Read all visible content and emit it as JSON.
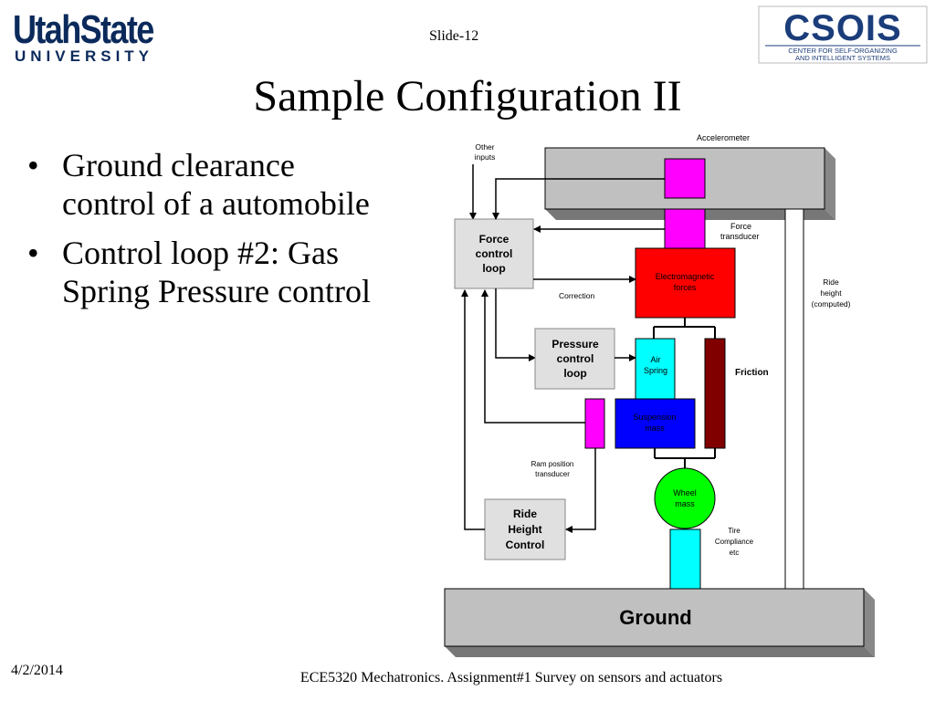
{
  "header": {
    "logo_left_line1": "UtahState",
    "logo_left_line2": "UNIVERSITY",
    "slide_number": "Slide-12",
    "logo_right_name": "CSOIS",
    "logo_right_line1": "CENTER FOR SELF-ORGANIZING",
    "logo_right_line2": "AND INTELLIGENT SYSTEMS"
  },
  "title": "Sample Configuration II",
  "bullets": [
    {
      "text": "Ground clearance control of a automobile"
    },
    {
      "text": "Control loop #2: Gas Spring Pressure control"
    }
  ],
  "diagram": {
    "other_inputs_1": "Other",
    "other_inputs_2": "inputs",
    "accelerometer": "Accelerometer",
    "force_loop_1": "Force",
    "force_loop_2": "control",
    "force_loop_3": "loop",
    "force_transducer_1": "Force",
    "force_transducer_2": "transducer",
    "electromagnetic_1": "Electromagnetic",
    "electromagnetic_2": "forces",
    "correction": "Correction",
    "ride_height_1": "Ride",
    "ride_height_2": "height",
    "ride_height_3": "(computed)",
    "pressure_loop_1": "Pressure",
    "pressure_loop_2": "control",
    "pressure_loop_3": "loop",
    "air_spring_1": "Air",
    "air_spring_2": "Spring",
    "friction": "Friction",
    "suspension_mass_1": "Suspension",
    "suspension_mass_2": "mass",
    "ram_position_1": "Ram position",
    "ram_position_2": "transducer",
    "wheel_mass_1": "Wheel",
    "wheel_mass_2": "mass",
    "ride_control_1": "Ride",
    "ride_control_2": "Height",
    "ride_control_3": "Control",
    "tire_1": "Tire",
    "tire_2": "Compliance",
    "tire_3": "etc",
    "ground": "Ground"
  },
  "footer": {
    "date": "4/2/2014",
    "course": "ECE5320 Mechatronics. Assignment#1 Survey on sensors and actuators"
  },
  "colors": {
    "magenta": "#ff00ff",
    "red": "#ff0000",
    "cyan": "#00ffff",
    "blue": "#0000ff",
    "dark_red": "#800000",
    "green": "#00ff00",
    "gray_block": "#c0c0c0",
    "logo_navy": "#0b2a5b"
  }
}
